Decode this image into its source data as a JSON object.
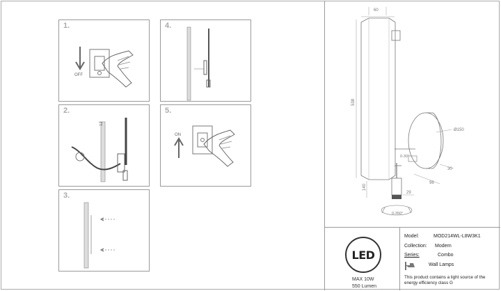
{
  "steps": {
    "s1": {
      "num": "1."
    },
    "s2": {
      "num": "2."
    },
    "s3": {
      "num": "3."
    },
    "s4": {
      "num": "4."
    },
    "s5": {
      "num": "5."
    }
  },
  "switch": {
    "off_label": "OFF",
    "on_label": "ON"
  },
  "drawing": {
    "dim_top": "60",
    "dim_height": "538",
    "dim_diameter": "Ø150",
    "dim_low": "140",
    "dim_small": "29",
    "dim_depth": "96",
    "dim_side": "30",
    "dim_rotation": "0-350°",
    "dim_tilt": "0-30°"
  },
  "logo": {
    "text": "LED"
  },
  "specs": {
    "power": "MAX 10W",
    "lumen": "550 Lumen"
  },
  "info": {
    "model_label": "Model:",
    "model_value": "MOD214WL-L8W3K1",
    "collection_label": "Collection:",
    "collection_value": "Modern",
    "series_label": "Series:",
    "series_value": "Combo",
    "type_value": "Wall Lamps",
    "note": "This product contains a light source of the energy efficiency class G"
  }
}
